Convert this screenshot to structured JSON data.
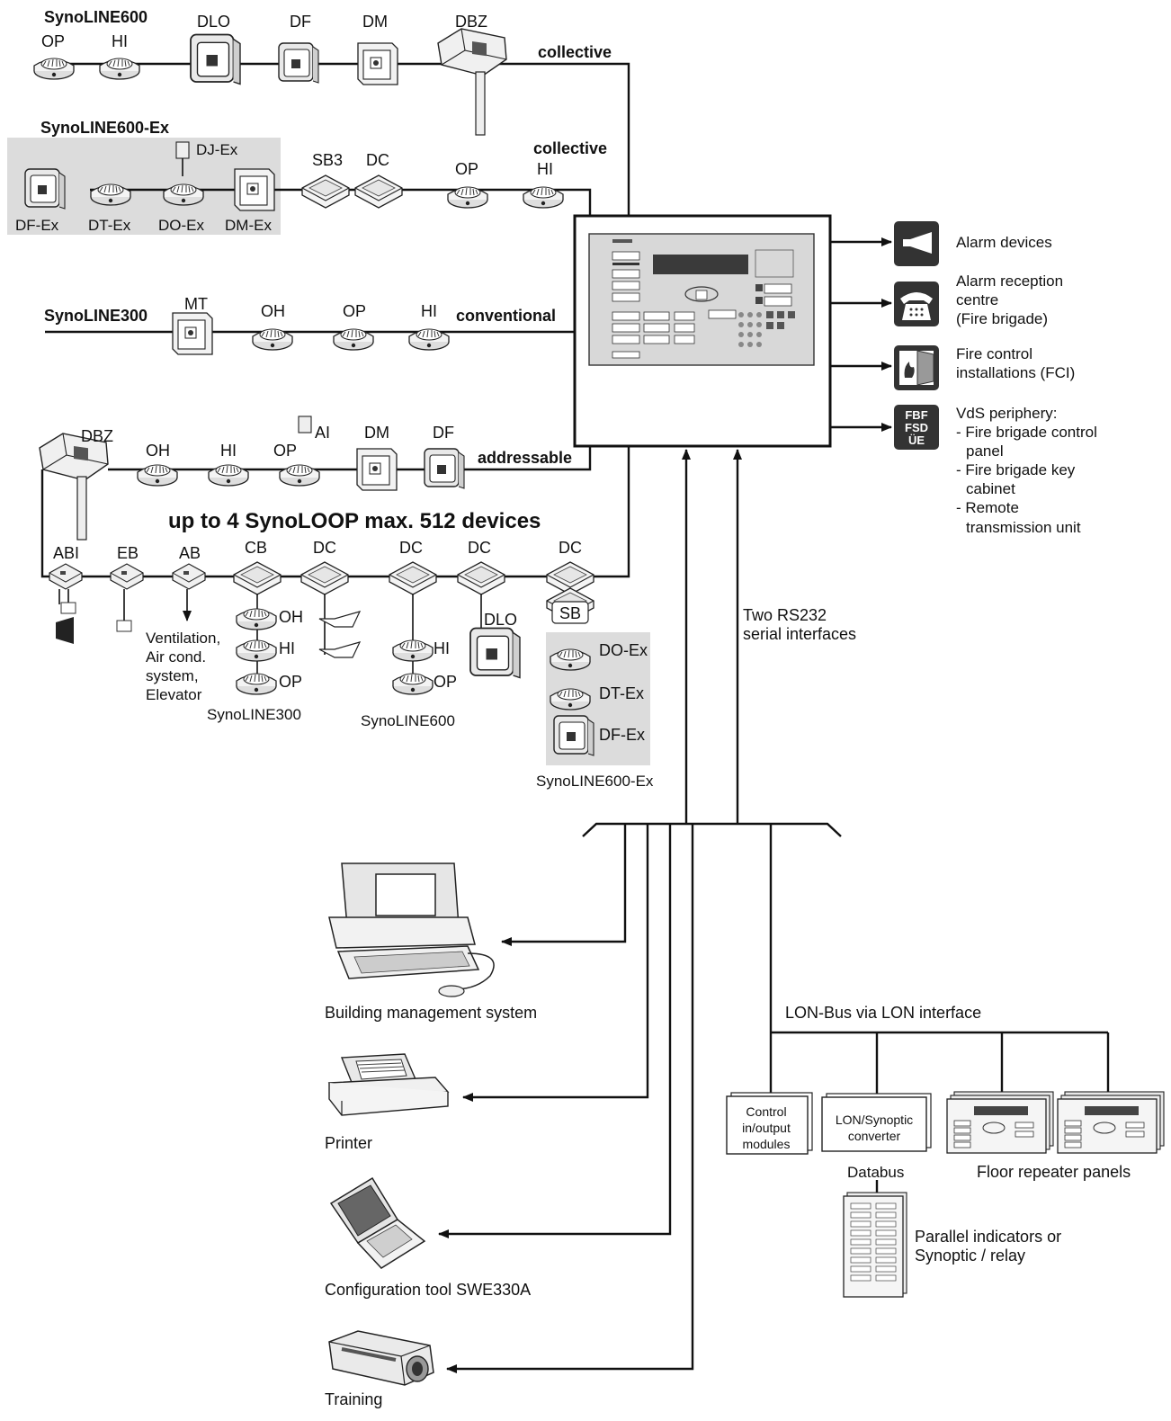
{
  "lines": {
    "synoline600": {
      "title": "SynoLINE600",
      "type": "collective",
      "devices": [
        "OP",
        "HI",
        "DLO",
        "DF",
        "DM",
        "DBZ"
      ]
    },
    "synoline600ex": {
      "title": "SynoLINE600-Ex",
      "type": "collective",
      "devices": [
        "DF-Ex",
        "DT-Ex",
        "DO-Ex",
        "DM-Ex",
        "DJ-Ex",
        "SB3",
        "DC",
        "OP",
        "HI"
      ]
    },
    "synoline300": {
      "title": "SynoLINE300",
      "type": "conventional",
      "devices": [
        "MT",
        "OH",
        "OP",
        "HI"
      ]
    },
    "addressable": {
      "type": "addressable",
      "devices": [
        "DBZ",
        "OH",
        "HI",
        "OP",
        "AI",
        "DM",
        "DF"
      ]
    }
  },
  "loop": {
    "title": "up to 4 SynoLOOP max. 512 devices",
    "modules": [
      "ABI",
      "EB",
      "AB",
      "CB",
      "DC",
      "DC",
      "DC",
      "DC"
    ],
    "ab_note": [
      "Ventilation,",
      "Air cond.",
      "system,",
      "Elevator"
    ],
    "cb_group": {
      "label": "SynoLINE300",
      "detectors": [
        "OH",
        "HI",
        "OP"
      ]
    },
    "dc_group": {
      "label": "SynoLINE600",
      "detectors": [
        "HI",
        "OP"
      ],
      "extra": "DLO"
    },
    "sb_group": {
      "label": "SynoLINE600-Ex",
      "sb": "SB",
      "detectors": [
        "DO-Ex",
        "DT-Ex",
        "DF-Ex"
      ]
    }
  },
  "outputs": [
    {
      "icon": "horn-icon",
      "lines": [
        "Alarm devices"
      ]
    },
    {
      "icon": "telephone-icon",
      "lines": [
        "Alarm reception",
        "centre",
        "(Fire brigade)"
      ]
    },
    {
      "icon": "fire-door-icon",
      "lines": [
        "Fire control",
        "installations (FCI)"
      ]
    },
    {
      "icon": "vds-badge-icon",
      "badge": [
        "FBF",
        "FSD",
        "ÜE"
      ],
      "lines": [
        "VdS periphery:",
        "- Fire brigade control",
        "panel",
        "- Fire brigade key",
        "cabinet",
        "- Remote",
        "transmission unit"
      ]
    }
  ],
  "interfaces": [
    "Two RS232",
    "serial interfaces"
  ],
  "peripherals": [
    {
      "icon": "computer-icon",
      "label": "Building management system"
    },
    {
      "icon": "printer-icon",
      "label": "Printer"
    },
    {
      "icon": "laptop-icon",
      "label": "Configuration tool SWE330A"
    },
    {
      "icon": "projector-icon",
      "label": "Training"
    }
  ],
  "lon": {
    "title": "LON-Bus via LON interface",
    "control_modules": [
      "Control",
      "in/output",
      "modules"
    ],
    "converter": [
      "LON/Synoptic",
      "converter"
    ],
    "databus": "Databus",
    "floor_repeater": "Floor repeater panels",
    "parallel": [
      "Parallel indicators or",
      "Synoptic / relay"
    ]
  }
}
